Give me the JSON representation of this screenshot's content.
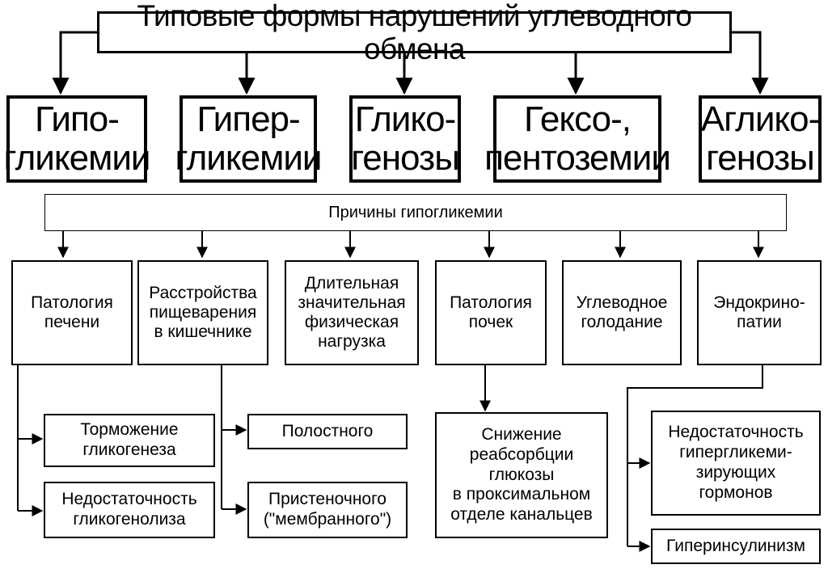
{
  "title": "Типовые формы нарушений углеводного обмена",
  "types": [
    "Гипо-\nгликемии",
    "Гипер-\nгликемии",
    "Глико-\nгенозы",
    "Гексо-,\nпентоземии",
    "Аглико-\nгенозы"
  ],
  "causes_header": "Причины гипогликемии",
  "causes": [
    "Патология\nпечени",
    "Расстройства\nпищеварения\nв кишечнике",
    "Длительная\nзначительная\nфизическая\nнагрузка",
    "Патология\nпочек",
    "Углеводное\nголодание",
    "Эндокрино-\nпатии"
  ],
  "liver_details": [
    "Торможение\nгликогенеза",
    "Недостаточность\nгликогенолиза"
  ],
  "digestion_details": [
    "Полостного",
    "Пристеночного\n(\"мембранного\")"
  ],
  "kidney_detail": "Снижение\nреабсорбции\nглюкозы\nв проксимальном\nотделе канальцев",
  "endocrine_details": [
    "Недостаточность\nгипергликеми-\nзирующих\nгормонов",
    "Гиперинсулинизм"
  ]
}
